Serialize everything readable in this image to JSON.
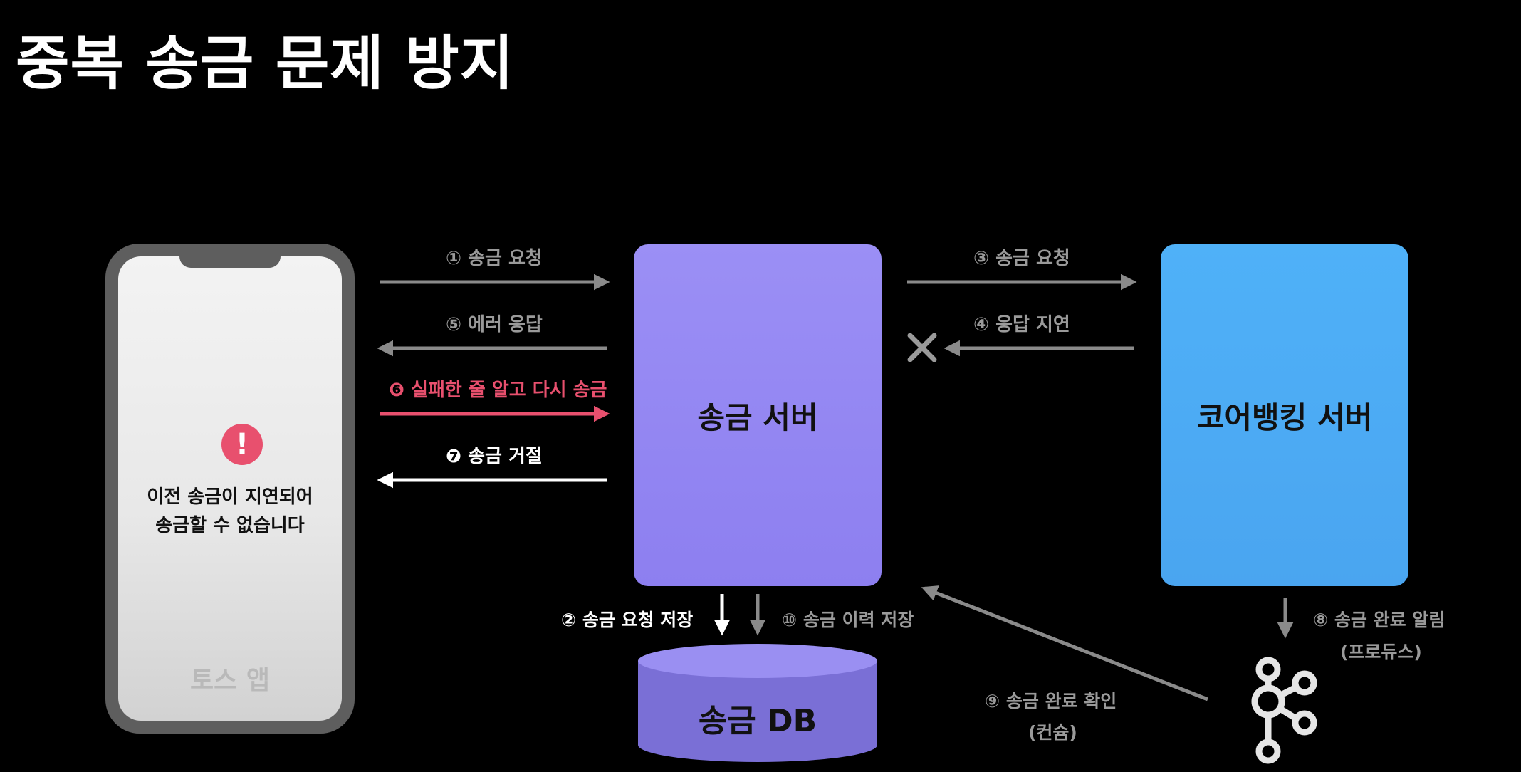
{
  "title": "중복 송금 문제 방지",
  "phone": {
    "alert_symbol": "!",
    "message_line1": "이전 송금이 지연되어",
    "message_line2": "송금할 수 없습니다",
    "app_name": "토스 앱"
  },
  "transfer_server": {
    "label": "송금 서버"
  },
  "core_server": {
    "label": "코어뱅킹 서버"
  },
  "db": {
    "label": "송금 DB"
  },
  "steps": {
    "s1": "① 송금 요청",
    "s2": "② 송금 요청 저장",
    "s3": "③ 송금 요청",
    "s4": "④ 응답 지연",
    "s5": "⑤ 에러 응답",
    "s6": "❻ 실패한 줄 알고 다시 송금",
    "s7": "❼ 송금 거절",
    "s8_line1": "⑧ 송금 완료 알림",
    "s8_line2": "(프로듀스)",
    "s9_line1": "⑨ 송금 완료 확인",
    "s9_line2": "(컨슘)",
    "s10": "⑩ 송금 이력 저장"
  },
  "colors": {
    "background": "#000000",
    "transfer_server": "#9b8ff5",
    "core_server": "#4fb1f8",
    "db": "#7a6fd6",
    "retry_red": "#e8506e",
    "muted_gray": "#9a9a9a"
  },
  "icons": {
    "timeout": "x-mark-icon",
    "alert": "exclamation-icon",
    "broker": "kafka-logo-icon"
  }
}
